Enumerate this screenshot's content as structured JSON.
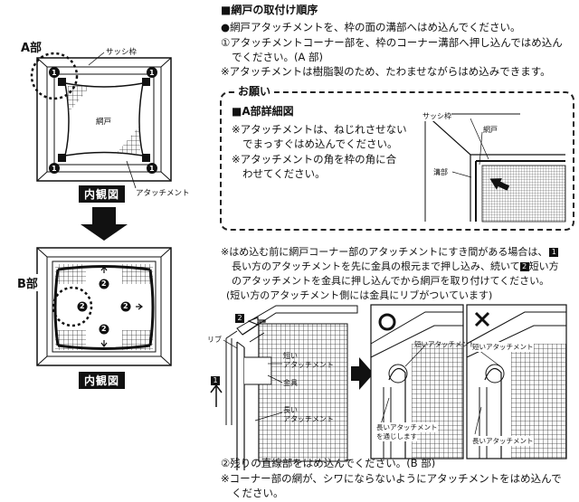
{
  "left": {
    "a_part": "A部",
    "sash_frame": "サッシ枠",
    "screen": "網戸",
    "attachment": "アタッチメント",
    "inner_view_top": "内観図",
    "b_part": "B部",
    "inner_view_bottom": "内観図",
    "num1": "1",
    "num2": "2"
  },
  "instructions": {
    "heading": "■網戸の取付け順序",
    "line1": "●網戸アタッチメントを、枠の面の溝部へはめ込んでください。",
    "line2a": "①アタッチメントコーナー部を、枠のコーナー溝部へ押し込んではめ込ん",
    "line2b": "でください。(A 部)",
    "line3": "※アタッチメントは樹脂製のため、たわませながらはめ込みできます。"
  },
  "notice": {
    "title": "お願い",
    "detail_heading": "■A部詳細図",
    "line1": "※アタッチメントは、ねじれさせない",
    "line2": "でまっすぐはめ込んでください。",
    "line3": "※アタッチメントの角を枠の角に合",
    "line4": "わせてください。",
    "sash_frame": "サッシ枠",
    "screen": "網戸",
    "groove": "溝部"
  },
  "gap_note": {
    "line1": "※はめ込む前に網戸コーナー部のアタッチメントにすき間がある場合は、",
    "line2a": "長い方のアタッチメントを先に金具の根元まで押し込み、続いて",
    "line2b": "短い方",
    "line3": "のアタッチメントを金具に押し込んでから網戸を取り付けてください。",
    "line4": "(短い方のアタッチメント側には金具にリブがついています)",
    "badge1": "1",
    "badge2": "2"
  },
  "fig": {
    "rib": "リブ",
    "short_att_1": "短い",
    "short_att_2": "アタッチメント",
    "fitting": "金具",
    "long_att_1": "長い",
    "long_att_2": "アタッチメント",
    "badge1": "1",
    "badge2": "2",
    "ok_short": "短いアタッチメント",
    "ok_long1": "長いアタッチメント",
    "ok_long2": "を通じします",
    "ng_short": "短いアタッチメント",
    "ng_long": "長いアタッチメント"
  },
  "bottom": {
    "line1": "②残りの直線部をはめ込んでください。(B 部)",
    "line2": "※コーナー部の網が、シワにならないようにアタッチメントをはめ込んで",
    "line3": "ください。"
  }
}
